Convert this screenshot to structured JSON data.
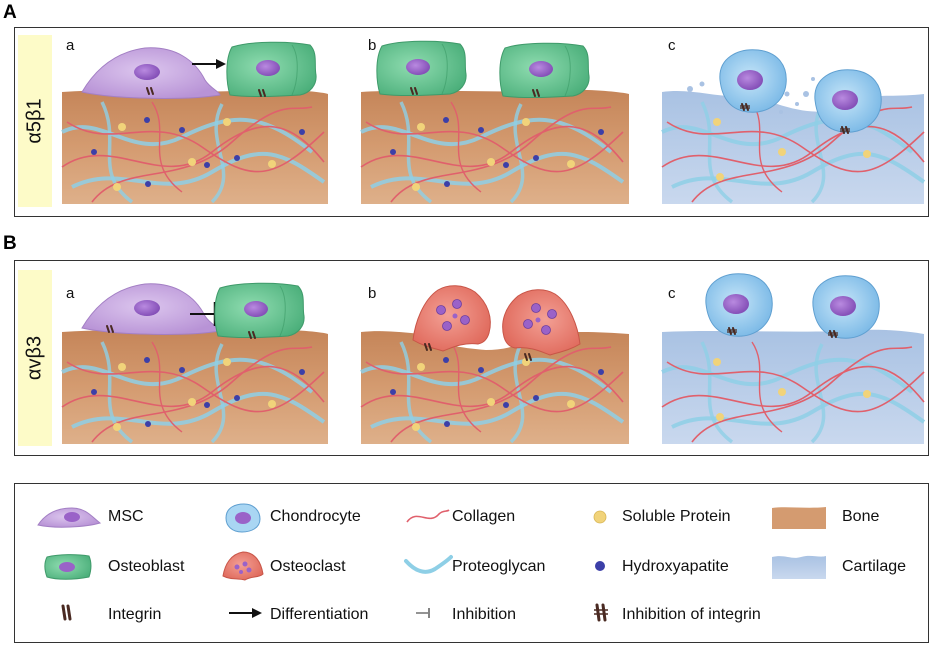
{
  "sections": [
    {
      "letter": "A",
      "integrin": "α5β1",
      "panels": [
        "a",
        "b",
        "c"
      ]
    },
    {
      "letter": "B",
      "integrin": "αvβ3",
      "panels": [
        "a",
        "b",
        "c"
      ]
    }
  ],
  "legend": {
    "msc": "MSC",
    "chondrocyte": "Chondrocyte",
    "collagen": "Collagen",
    "soluble_protein": "Soluble Protein",
    "bone": "Bone",
    "osteoblast": "Osteoblast",
    "osteoclast": "Osteoclast",
    "proteoglycan": "Proteoglycan",
    "hydroxyapatite": "Hydroxyapatite",
    "cartilage": "Cartilage",
    "integrin": "Integrin",
    "differentiation": "Differentiation",
    "inhibition": "Inhibition",
    "inhibition_of_integrin": "Inhibition of integrin"
  },
  "colors": {
    "sidebar": "#fdfbc8",
    "bone": "#c98a5e",
    "cartilage": "#b7cde8",
    "msc": "#c7a8df",
    "osteoblast": "#5fc08f",
    "chondrocyte": "#8ec7ee",
    "osteoclast": "#ea7a6c",
    "nucleus": "#9a62c8",
    "collagen": "#e0606c",
    "proteoglycan": "#8ecfe6",
    "soluble_protein": "#f1d37a",
    "hydroxyapatite": "#3c3fa8",
    "integrin": "#4a2a22"
  }
}
